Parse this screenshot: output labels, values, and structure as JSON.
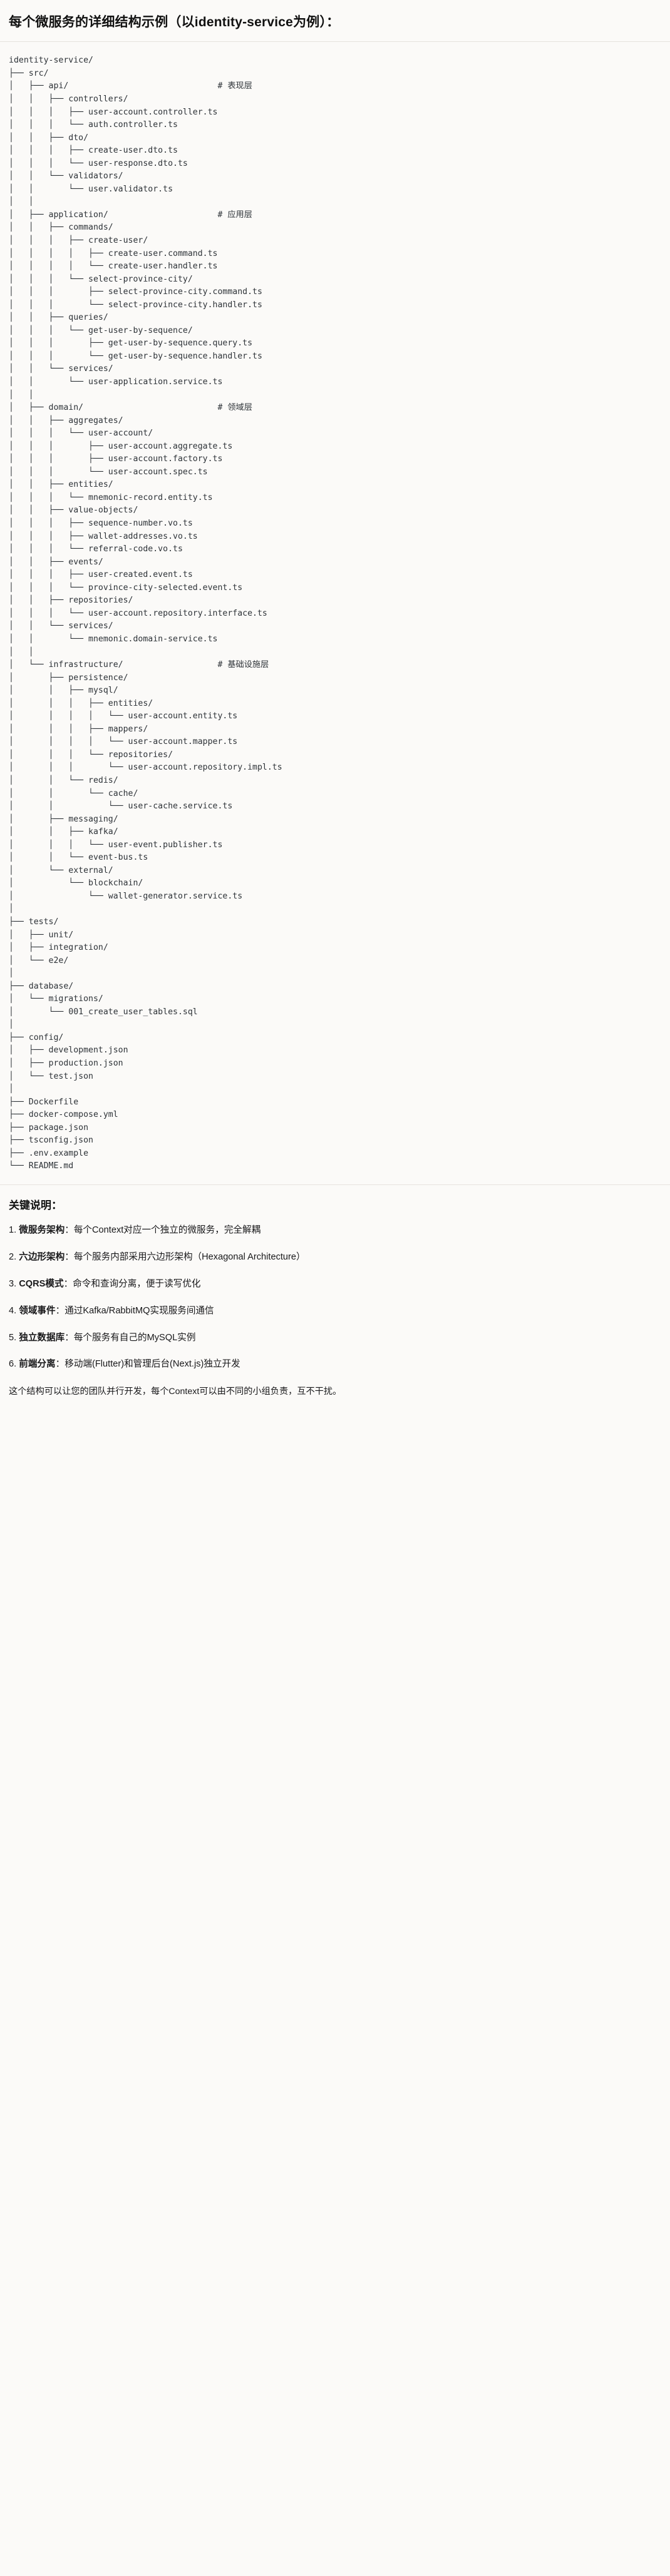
{
  "header": {
    "title": "每个微服务的详细结构示例（以identity-service为例）："
  },
  "tree": {
    "root_label": "identity-service/",
    "comments": {
      "api": "# 表现层",
      "application": "# 应用层",
      "domain": "# 领域层",
      "infrastructure": "# 基础设施层"
    },
    "text": "identity-service/\n├── src/\n│   ├── api/                              # 表现层\n│   │   ├── controllers/\n│   │   │   ├── user-account.controller.ts\n│   │   │   └── auth.controller.ts\n│   │   ├── dto/\n│   │   │   ├── create-user.dto.ts\n│   │   │   └── user-response.dto.ts\n│   │   └── validators/\n│   │       └── user.validator.ts\n│   │\n│   ├── application/                      # 应用层\n│   │   ├── commands/\n│   │   │   ├── create-user/\n│   │   │   │   ├── create-user.command.ts\n│   │   │   │   └── create-user.handler.ts\n│   │   │   └── select-province-city/\n│   │   │       ├── select-province-city.command.ts\n│   │   │       └── select-province-city.handler.ts\n│   │   ├── queries/\n│   │   │   └── get-user-by-sequence/\n│   │   │       ├── get-user-by-sequence.query.ts\n│   │   │       └── get-user-by-sequence.handler.ts\n│   │   └── services/\n│   │       └── user-application.service.ts\n│   │\n│   ├── domain/                           # 领域层\n│   │   ├── aggregates/\n│   │   │   └── user-account/\n│   │   │       ├── user-account.aggregate.ts\n│   │   │       ├── user-account.factory.ts\n│   │   │       └── user-account.spec.ts\n│   │   ├── entities/\n│   │   │   └── mnemonic-record.entity.ts\n│   │   ├── value-objects/\n│   │   │   ├── sequence-number.vo.ts\n│   │   │   ├── wallet-addresses.vo.ts\n│   │   │   └── referral-code.vo.ts\n│   │   ├── events/\n│   │   │   ├── user-created.event.ts\n│   │   │   └── province-city-selected.event.ts\n│   │   ├── repositories/\n│   │   │   └── user-account.repository.interface.ts\n│   │   └── services/\n│   │       └── mnemonic.domain-service.ts\n│   │\n│   └── infrastructure/                   # 基础设施层\n│       ├── persistence/\n│       │   ├── mysql/\n│       │   │   ├── entities/\n│       │   │   │   └── user-account.entity.ts\n│       │   │   ├── mappers/\n│       │   │   │   └── user-account.mapper.ts\n│       │   │   └── repositories/\n│       │   │       └── user-account.repository.impl.ts\n│       │   └── redis/\n│       │       └── cache/\n│       │           └── user-cache.service.ts\n│       ├── messaging/\n│       │   ├── kafka/\n│       │   │   └── user-event.publisher.ts\n│       │   └── event-bus.ts\n│       └── external/\n│           └── blockchain/\n│               └── wallet-generator.service.ts\n│\n├── tests/\n│   ├── unit/\n│   ├── integration/\n│   └── e2e/\n│\n├── database/\n│   └── migrations/\n│       └── 001_create_user_tables.sql\n│\n├── config/\n│   ├── development.json\n│   ├── production.json\n│   └── test.json\n│\n├── Dockerfile\n├── docker-compose.yml\n├── package.json\n├── tsconfig.json\n├── .env.example\n└── README.md"
  },
  "notes": {
    "title": "关键说明：",
    "items": [
      {
        "num": "1.",
        "lead": "微服务架构",
        "body": "：每个Context对应一个独立的微服务，完全解耦"
      },
      {
        "num": "2.",
        "lead": "六边形架构",
        "body": "：每个服务内部采用六边形架构（Hexagonal Architecture）"
      },
      {
        "num": "3.",
        "lead": "CQRS模式",
        "body": "：命令和查询分离，便于读写优化"
      },
      {
        "num": "4.",
        "lead": "领域事件",
        "body": "：通过Kafka/RabbitMQ实现服务间通信"
      },
      {
        "num": "5.",
        "lead": "独立数据库",
        "body": "：每个服务有自己的MySQL实例"
      },
      {
        "num": "6.",
        "lead": "前端分离",
        "body": "：移动端(Flutter)和管理后台(Next.js)独立开发"
      }
    ],
    "closing": "这个结构可以让您的团队并行开发，每个Context可以由不同的小组负责，互不干扰。"
  }
}
